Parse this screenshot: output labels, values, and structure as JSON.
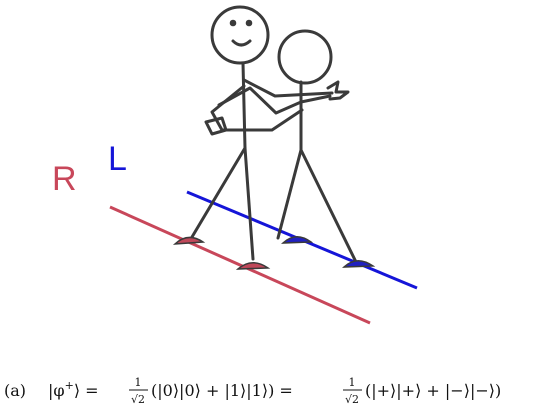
{
  "labels": {
    "right": "R",
    "left": "L"
  },
  "colors": {
    "line_R": "#c8475a",
    "line_L": "#1515d8",
    "foot_R": "#c0485a",
    "foot_L": "#2020c0",
    "figure_stroke": "#3a3a3a"
  },
  "caption": {
    "tag": "(a)",
    "state": "|φ",
    "sup": "+",
    "eq1": "⟩ = ",
    "frac_num": "1",
    "frac_den": "√2",
    "expr1": "(|0⟩|0⟩ + |1⟩|1⟩) = ",
    "expr2": "(|+⟩|+⟩ + |−⟩|−⟩)"
  }
}
